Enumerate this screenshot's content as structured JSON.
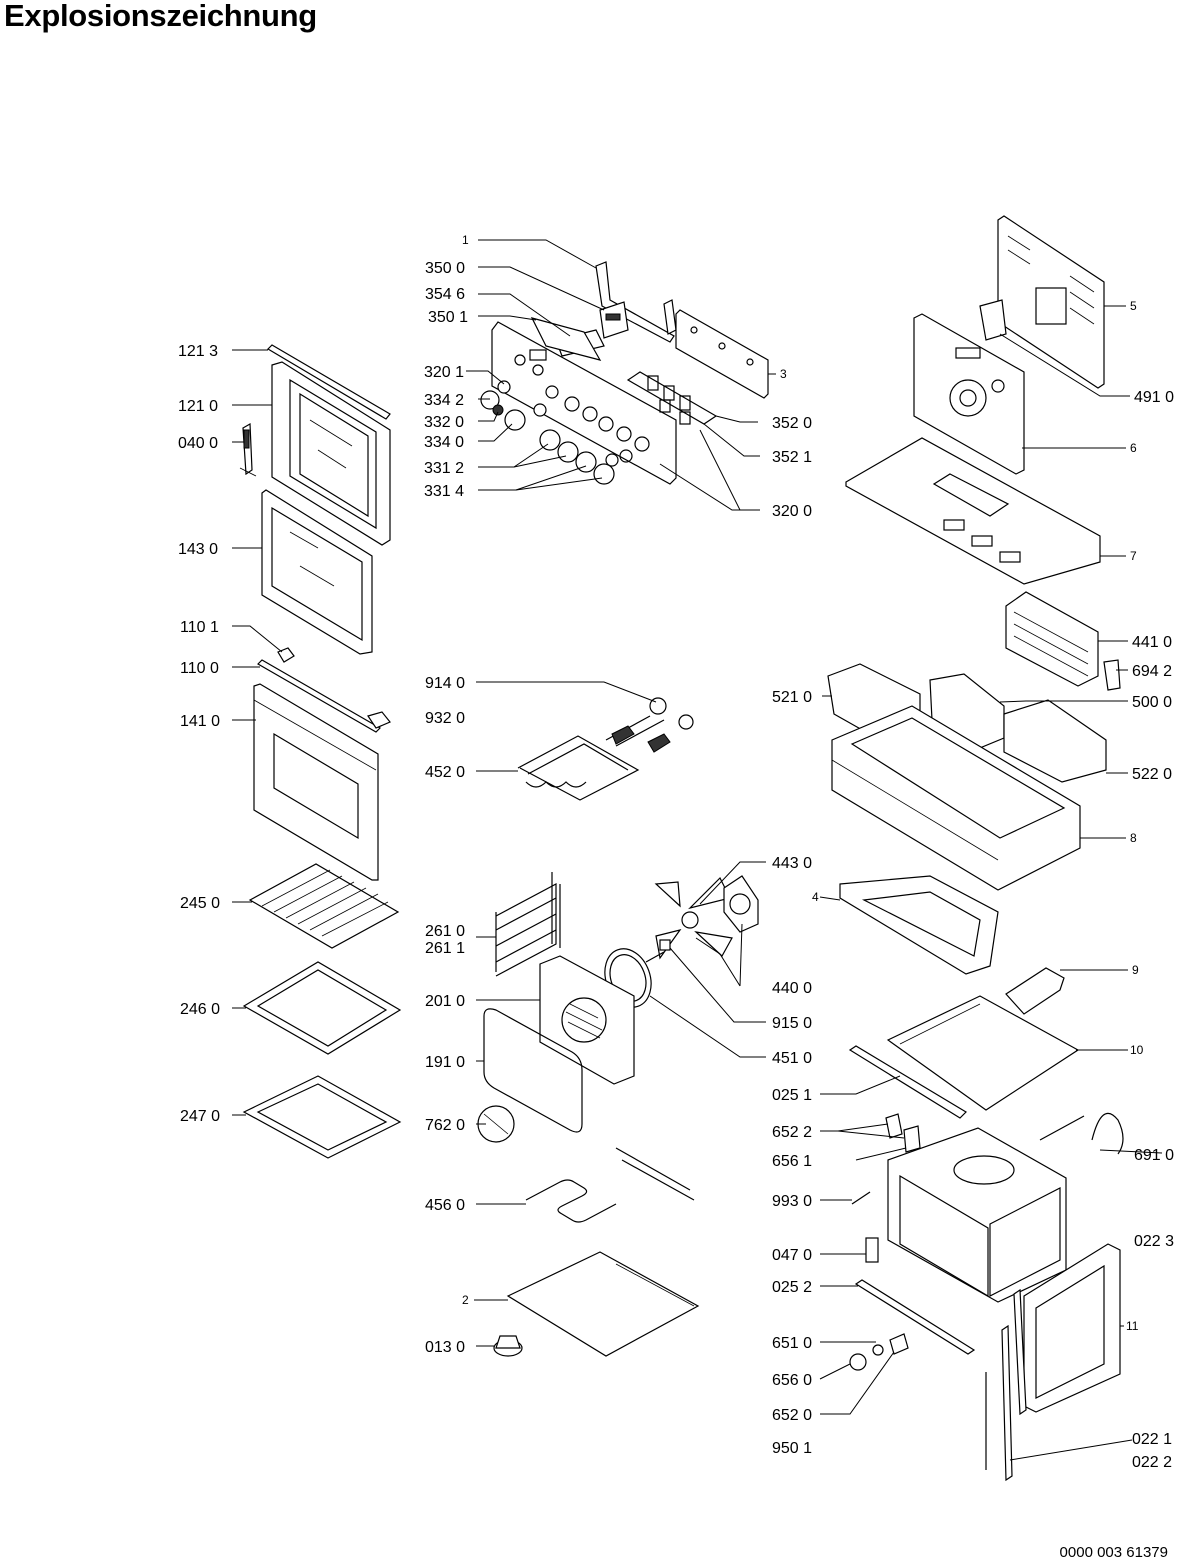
{
  "title": "Explosionszeichnung",
  "document_number": "0000 003 61379",
  "labels": [
    {
      "id": "l1",
      "text": "1"
    },
    {
      "id": "l3500",
      "text": "350 0"
    },
    {
      "id": "l3546",
      "text": "354 6"
    },
    {
      "id": "l3501",
      "text": "350 1"
    },
    {
      "id": "l3201",
      "text": "320 1"
    },
    {
      "id": "l3342",
      "text": "334 2"
    },
    {
      "id": "l3320",
      "text": "332 0"
    },
    {
      "id": "l3340",
      "text": "334 0"
    },
    {
      "id": "l3312",
      "text": "331 2"
    },
    {
      "id": "l3314",
      "text": "331 4"
    },
    {
      "id": "l3",
      "text": "3"
    },
    {
      "id": "l3520",
      "text": "352 0"
    },
    {
      "id": "l3521",
      "text": "352 1"
    },
    {
      "id": "l3200",
      "text": "320 0"
    },
    {
      "id": "l1213",
      "text": "121 3"
    },
    {
      "id": "l1210",
      "text": "121 0"
    },
    {
      "id": "l0400",
      "text": "040 0"
    },
    {
      "id": "l1430",
      "text": "143 0"
    },
    {
      "id": "l1101",
      "text": "110 1"
    },
    {
      "id": "l1100",
      "text": "110 0"
    },
    {
      "id": "l1410",
      "text": "141 0"
    },
    {
      "id": "l2450",
      "text": "245 0"
    },
    {
      "id": "l2460",
      "text": "246 0"
    },
    {
      "id": "l2470",
      "text": "247 0"
    },
    {
      "id": "l5",
      "text": "5"
    },
    {
      "id": "l4910",
      "text": "491 0"
    },
    {
      "id": "l6",
      "text": "6"
    },
    {
      "id": "l7",
      "text": "7"
    },
    {
      "id": "l4410",
      "text": "441 0"
    },
    {
      "id": "l6942",
      "text": "694 2"
    },
    {
      "id": "l5210",
      "text": "521 0"
    },
    {
      "id": "l5000",
      "text": "500 0"
    },
    {
      "id": "l5220",
      "text": "522 0"
    },
    {
      "id": "l8",
      "text": "8"
    },
    {
      "id": "l9140",
      "text": "914 0"
    },
    {
      "id": "l9320",
      "text": "932 0"
    },
    {
      "id": "l4520",
      "text": "452 0"
    },
    {
      "id": "l4430",
      "text": "443 0"
    },
    {
      "id": "l4",
      "text": "4"
    },
    {
      "id": "l2610",
      "text": "261 0"
    },
    {
      "id": "l2611",
      "text": "261 1"
    },
    {
      "id": "l4400",
      "text": "440 0"
    },
    {
      "id": "l9",
      "text": "9"
    },
    {
      "id": "l2010",
      "text": "201 0"
    },
    {
      "id": "l9150",
      "text": "915 0"
    },
    {
      "id": "l4510",
      "text": "451 0"
    },
    {
      "id": "l10",
      "text": "10"
    },
    {
      "id": "l1910",
      "text": "191 0"
    },
    {
      "id": "l0251",
      "text": "025 1"
    },
    {
      "id": "l7620",
      "text": "762 0"
    },
    {
      "id": "l6522",
      "text": "652 2"
    },
    {
      "id": "l6561",
      "text": "656 1"
    },
    {
      "id": "l6910",
      "text": "691 0"
    },
    {
      "id": "l4560",
      "text": "456 0"
    },
    {
      "id": "l9930",
      "text": "993 0"
    },
    {
      "id": "l0223",
      "text": "022 3"
    },
    {
      "id": "l0470",
      "text": "047 0"
    },
    {
      "id": "l0252",
      "text": "025 2"
    },
    {
      "id": "l2",
      "text": "2"
    },
    {
      "id": "l11",
      "text": "11"
    },
    {
      "id": "l6510",
      "text": "651 0"
    },
    {
      "id": "l0130",
      "text": "013 0"
    },
    {
      "id": "l6560",
      "text": "656 0"
    },
    {
      "id": "l6520",
      "text": "652 0"
    },
    {
      "id": "l9501",
      "text": "950 1"
    },
    {
      "id": "l0221",
      "text": "022 1"
    },
    {
      "id": "l0222",
      "text": "022 2"
    }
  ]
}
